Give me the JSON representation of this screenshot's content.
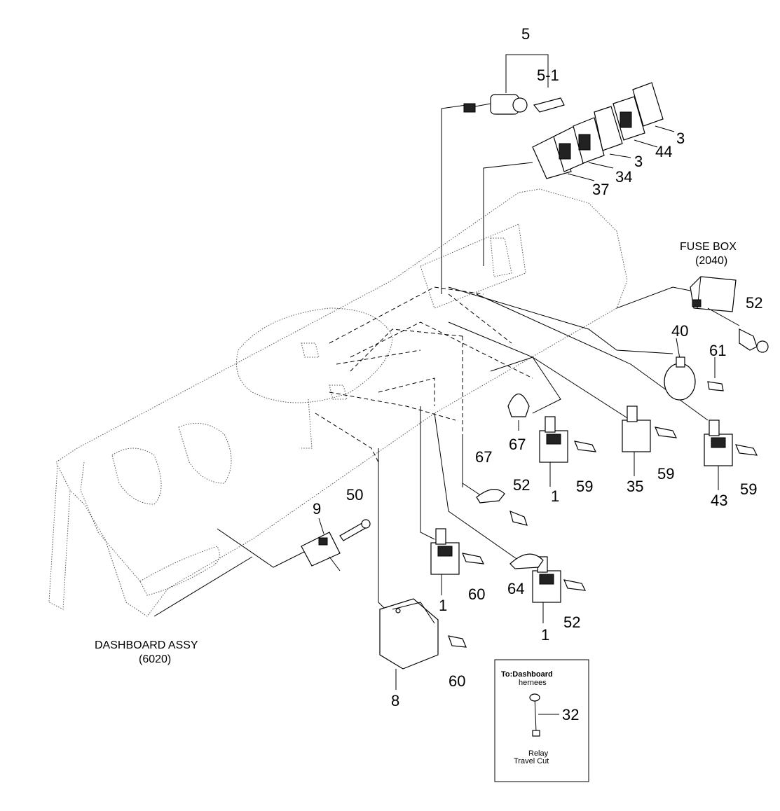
{
  "labels": {
    "p5": "5",
    "p5_1": "5-1",
    "p3a": "3",
    "p44": "44",
    "p3b": "3",
    "p34": "34",
    "p37": "37",
    "fuse_box": "FUSE BOX",
    "fuse_box_code": "(2040)",
    "p52a": "52",
    "p40": "40",
    "p61": "61",
    "p67a": "67",
    "p1a": "1",
    "p59a": "59",
    "p35": "35",
    "p59b": "59",
    "p43": "43",
    "p59c": "59",
    "p67b": "67",
    "p52b": "52",
    "p9": "9",
    "p50": "50",
    "p1b": "1",
    "p60a": "60",
    "p64": "64",
    "p52c": "52",
    "p1c": "1",
    "p8": "8",
    "p60b": "60",
    "dashboard": "DASHBOARD ASSY",
    "dashboard_code": "(6020)"
  },
  "inset": {
    "title_line1": "To:Dashboard",
    "title_line2": "hernees",
    "part": "32",
    "note_line1": "Relay",
    "note_line2": "Travel Cut"
  }
}
